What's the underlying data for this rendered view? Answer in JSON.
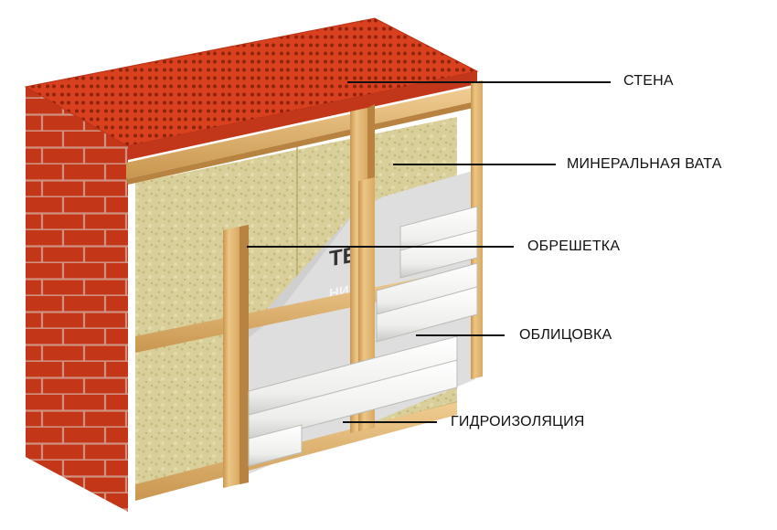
{
  "diagram": {
    "labels": {
      "wall": "СТЕНА",
      "mineral_wool": "МИНЕРАЛЬНАЯ ВАТА",
      "battens": "ОБРЕШЕТКА",
      "cladding": "ОБЛИЦОВКА",
      "waterproofing": "ГИДРОИЗОЛЯЦИЯ"
    },
    "membrane_print": [
      "ТЕ",
      "НИ"
    ],
    "colors": {
      "brick": "#d8401e",
      "brick_dark": "#a92a10",
      "wool": "#d9cf9a",
      "wood": "#e4b874",
      "membrane": "#dedede",
      "siding": "#f3f3f1"
    }
  }
}
